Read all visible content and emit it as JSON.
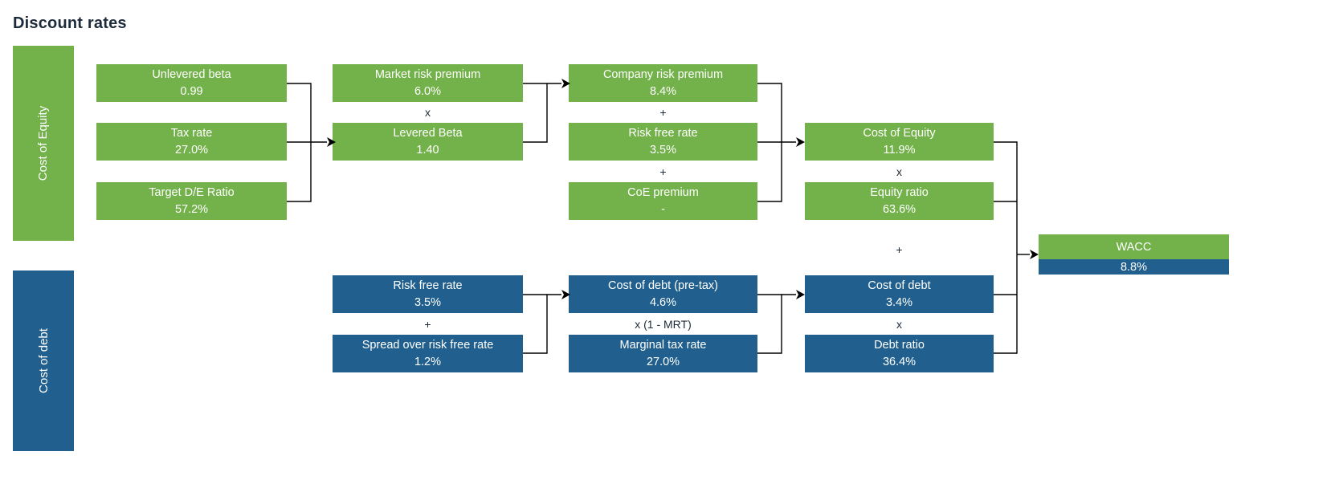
{
  "page": {
    "title": "Discount rates"
  },
  "colors": {
    "green": "#73b24a",
    "blue": "#21608e",
    "title": "#1d2b3a",
    "text": "#ffffff"
  },
  "bands": [
    {
      "name": "cost-of-equity",
      "label": "Cost of Equity",
      "color": "#73b24a"
    },
    {
      "name": "cost-of-debt",
      "label": "Cost of debt",
      "color": "#21608e"
    }
  ],
  "equity": {
    "col1": [
      {
        "label": "Unlevered beta",
        "value": "0.99"
      },
      {
        "label": "Tax rate",
        "value": "27.0%"
      },
      {
        "label": "Target D/E Ratio",
        "value": "57.2%"
      }
    ],
    "col2": [
      {
        "label": "Market risk premium",
        "value": "6.0%"
      },
      {
        "label": "Levered Beta",
        "value": "1.40"
      }
    ],
    "col2_ops": [
      "x"
    ],
    "col3": [
      {
        "label": "Company risk premium",
        "value": "8.4%"
      },
      {
        "label": "Risk free rate",
        "value": "3.5%"
      },
      {
        "label": "CoE premium",
        "value": "-"
      }
    ],
    "col3_ops": [
      "+",
      "+"
    ],
    "col4": [
      {
        "label": "Cost of Equity",
        "value": "11.9%"
      },
      {
        "label": "Equity ratio",
        "value": "63.6%"
      }
    ],
    "col4_ops": [
      "x"
    ]
  },
  "debt": {
    "col2": [
      {
        "label": "Risk free rate",
        "value": "3.5%"
      },
      {
        "label": "Spread over risk free rate",
        "value": "1.2%"
      }
    ],
    "col2_ops": [
      "+"
    ],
    "col3": [
      {
        "label": "Cost of debt (pre-tax)",
        "value": "4.6%"
      },
      {
        "label": "Marginal tax rate",
        "value": "27.0%"
      }
    ],
    "col3_ops": [
      "x (1 - MRT)"
    ],
    "col4": [
      {
        "label": "Cost of debt",
        "value": "3.4%"
      },
      {
        "label": "Debt ratio",
        "value": "36.4%"
      }
    ],
    "col4_ops": [
      "x"
    ]
  },
  "joiner_op": "+",
  "result": {
    "label": "WACC",
    "value": "8.8%"
  }
}
